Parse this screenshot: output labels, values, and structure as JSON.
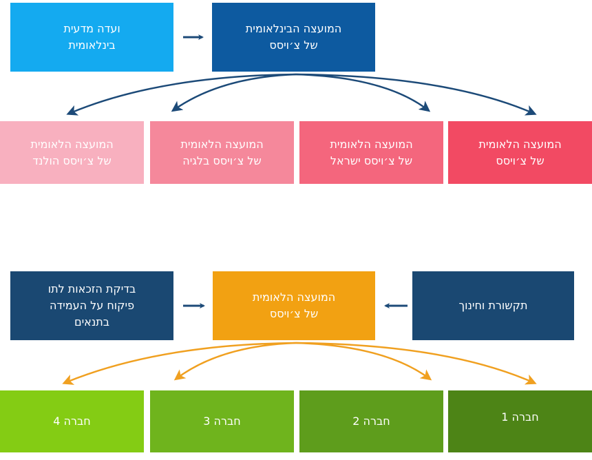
{
  "top": {
    "scientific_committee": {
      "lines": [
        "ועדה מדעית",
        "בינלאומית"
      ]
    },
    "international_council": {
      "lines": [
        "המועצה הבינלאומית",
        "של צ׳ויסס"
      ]
    },
    "national_councils": [
      {
        "lines": [
          "המועצה הלאומית",
          "של צ׳ויסס"
        ]
      },
      {
        "lines": [
          "המועצה הלאומית",
          "של צ׳ויסס ישראל"
        ]
      },
      {
        "lines": [
          "המועצה הלאומית",
          "של צ׳ויסס בלגיה"
        ]
      },
      {
        "lines": [
          "המועצה הלאומית",
          "של צ׳ויסס הולנד"
        ]
      }
    ]
  },
  "bottom": {
    "communication": {
      "lines": [
        "תקשורת וחינוך"
      ]
    },
    "national_council": {
      "lines": [
        "המועצה הלאומית",
        "של צ׳ויסס"
      ]
    },
    "rights_check": {
      "lines": [
        "בדיקת הזכאות לתו",
        "פיקוח על העמידה",
        "בתנאים"
      ]
    },
    "companies": [
      {
        "lines": [
          "חברה 1"
        ]
      },
      {
        "lines": [
          "חברה 2"
        ]
      },
      {
        "lines": [
          "חברה 3"
        ]
      },
      {
        "lines": [
          "חברה 4"
        ]
      }
    ]
  },
  "colors": {
    "light_blue": "#14aaf0",
    "dark_blue": "#0d5aa0",
    "navy": "#1a4872",
    "orange": "#f2a112",
    "red_1": "#f24a63",
    "red_2": "#f4667d",
    "red_3": "#f5889b",
    "red_4": "#f8b0bf",
    "green_1": "#4d8416",
    "green_2": "#5e9d1c",
    "green_3": "#6fb41d",
    "green_4": "#84cc14",
    "arrow_blue": "#1c4a78",
    "arrow_orange": "#f0a020"
  }
}
